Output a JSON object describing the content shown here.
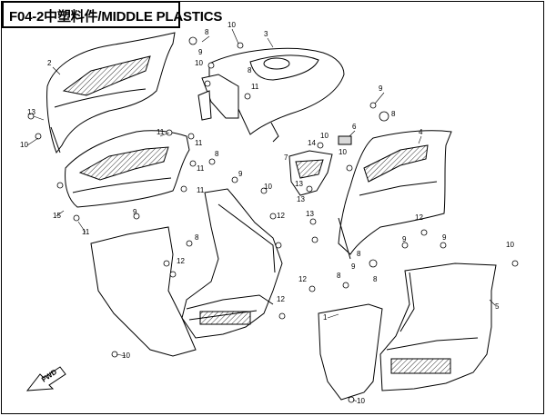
{
  "header": {
    "title": "F04-2中塑料件/MIDDLE PLASTICS"
  },
  "callouts": [
    "1",
    "2",
    "3",
    "4",
    "5",
    "6",
    "7",
    "8",
    "9",
    "10",
    "11",
    "12",
    "13",
    "14",
    "15"
  ],
  "fwd_label": "FWD",
  "colors": {
    "line": "#000000",
    "background": "#ffffff",
    "shade": "#d9d9d9"
  }
}
